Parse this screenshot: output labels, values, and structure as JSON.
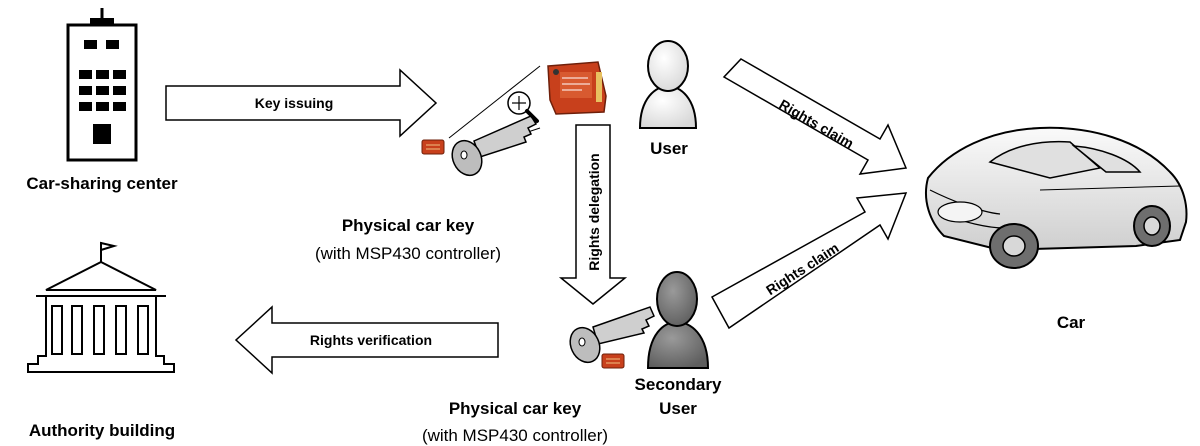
{
  "nodes": {
    "car_sharing_center": {
      "label": "Car-sharing center"
    },
    "authority_building": {
      "label": "Authority building"
    },
    "user": {
      "label": "User"
    },
    "secondary_user": {
      "label_line1": "Secondary",
      "label_line2": "User"
    },
    "car": {
      "label": "Car"
    },
    "key_top": {
      "title": "Physical car key",
      "subtitle": "(with MSP430 controller)"
    },
    "key_bottom": {
      "title": "Physical car key",
      "subtitle": "(with MSP430 controller)"
    }
  },
  "arrows": {
    "key_issuing": "Key issuing",
    "rights_delegation": "Rights delegation",
    "rights_claim_user": "Rights claim",
    "rights_claim_secondary": "Rights claim",
    "rights_verification": "Rights verification"
  },
  "icons": {
    "building": "office-building-icon",
    "authority": "authority-building-icon",
    "user": "person-icon",
    "secondary_user": "person-icon",
    "car": "car-icon",
    "key": "key-icon",
    "board": "circuit-board-icon",
    "magnifier": "magnifier-icon"
  },
  "colors": {
    "outline": "#000000",
    "user_fill": "#ececec",
    "secondary_user_fill": "#808080",
    "board_red": "#c8401c",
    "key_gray": "#c8c8c8",
    "car_fill": "#e6e6e6"
  }
}
